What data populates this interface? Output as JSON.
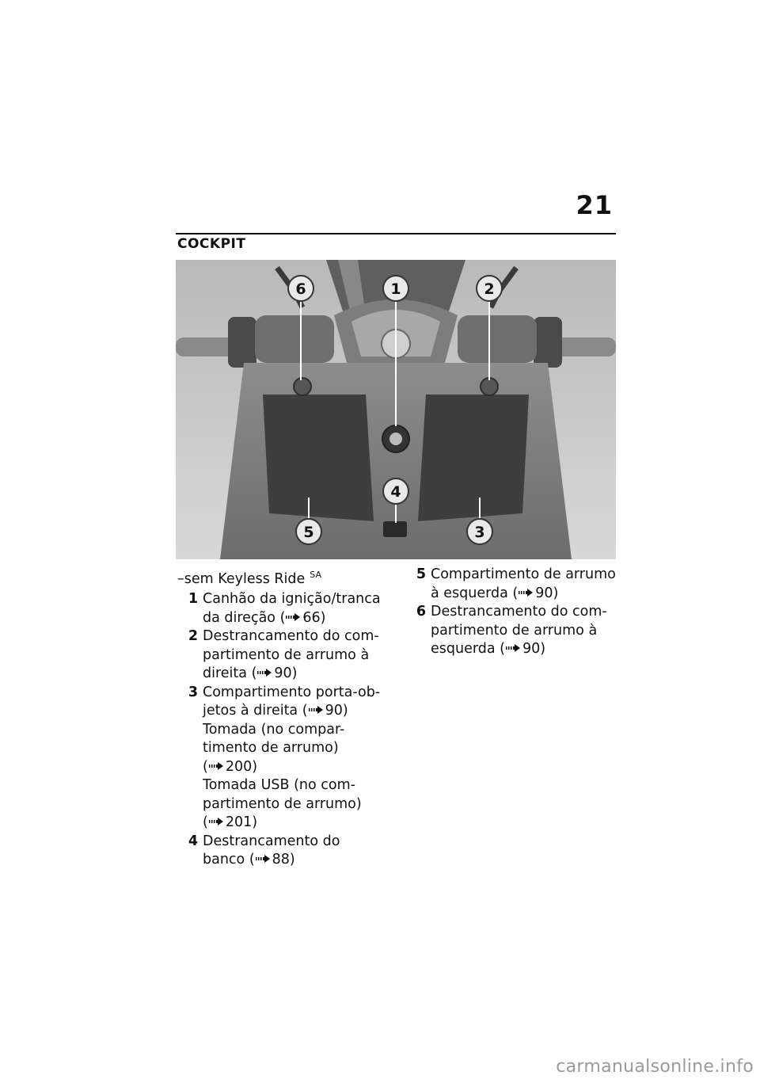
{
  "page": {
    "number": "21",
    "section_title": "COCKPIT"
  },
  "figure": {
    "callouts": [
      {
        "id": "6",
        "label": "6"
      },
      {
        "id": "1",
        "label": "1"
      },
      {
        "id": "2",
        "label": "2"
      },
      {
        "id": "4",
        "label": "4"
      },
      {
        "id": "5",
        "label": "5"
      },
      {
        "id": "3",
        "label": "3"
      }
    ]
  },
  "variant": {
    "label": "–sem Keyless Ride",
    "badge": "SA"
  },
  "items_left": [
    {
      "num": "1",
      "lines": [
        {
          "text": "Canhão da ignição/tranca da direção",
          "ref": "66"
        }
      ]
    },
    {
      "num": "2",
      "lines": [
        {
          "text": "Destrancamento do com-partimento de arrumo à direita",
          "ref": "90"
        }
      ]
    },
    {
      "num": "3",
      "lines": [
        {
          "text": "Compartimento porta-ob-jetos à direita",
          "ref": "90"
        },
        {
          "text": "Tomada (no compar-timento de arrumo)",
          "ref": "200"
        },
        {
          "text": "Tomada USB (no com-partimento de arrumo)",
          "ref": "201"
        }
      ]
    },
    {
      "num": "4",
      "lines": [
        {
          "text": "Destrancamento do banco",
          "ref": "88"
        }
      ]
    }
  ],
  "items_right": [
    {
      "num": "5",
      "lines": [
        {
          "text": "Compartimento de arrumo à esquerda",
          "ref": "90"
        }
      ]
    },
    {
      "num": "6",
      "lines": [
        {
          "text": "Destrancamento do com-partimento de arrumo à esquerda",
          "ref": "90"
        }
      ]
    }
  ],
  "watermark": "carmanualsonline.info"
}
